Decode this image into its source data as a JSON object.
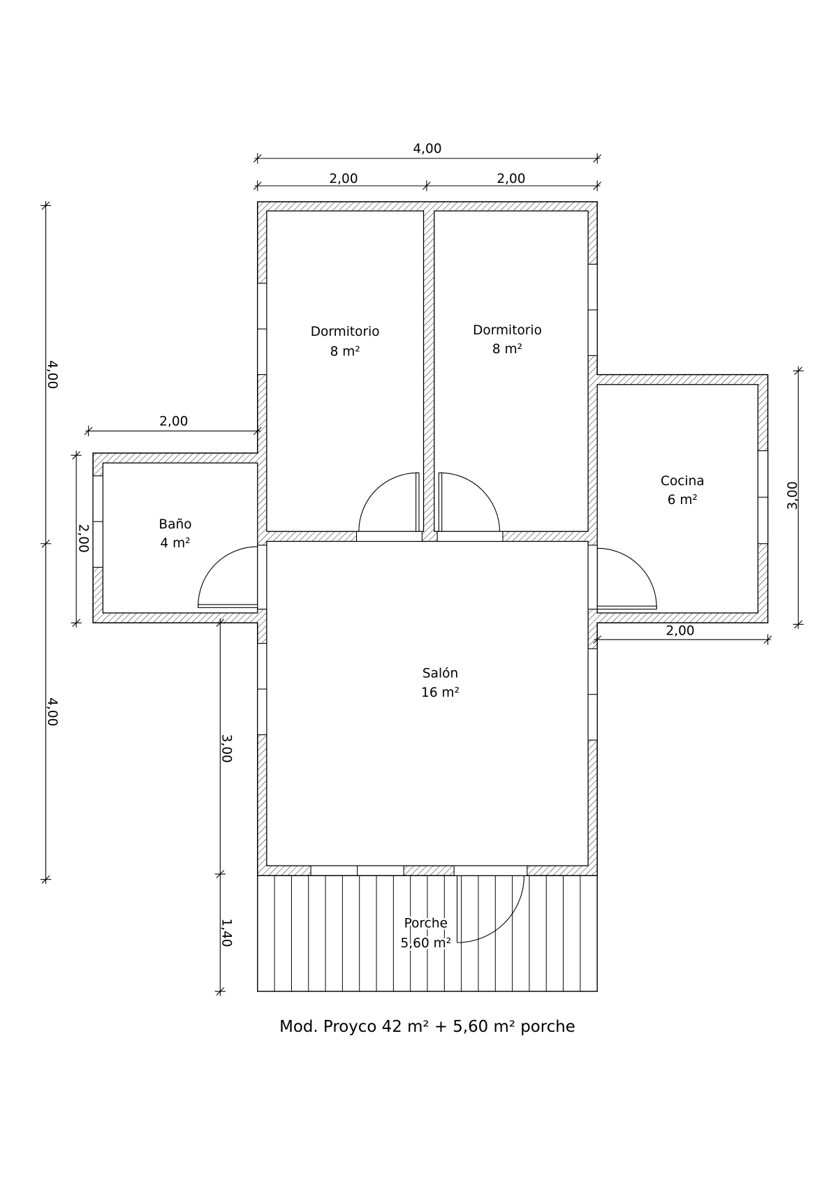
{
  "rooms": {
    "dormitorio_1": {
      "name": "Dormitorio",
      "area": "8 m²"
    },
    "dormitorio_2": {
      "name": "Dormitorio",
      "area": "8 m²"
    },
    "bano": {
      "name": "Baño",
      "area": "4 m²"
    },
    "cocina": {
      "name": "Cocina",
      "area": "6 m²"
    },
    "salon": {
      "name": "Salón",
      "area": "16 m²"
    },
    "porche": {
      "name": "Porche",
      "area": "5,60 m²"
    }
  },
  "dimensions": {
    "total_width": "4,00",
    "dormitorio_1_width": "2,00",
    "dormitorio_2_width": "2,00",
    "bano_width": "2,00",
    "bano_depth": "2,00",
    "cocina_width": "2,00",
    "cocina_depth": "3,00",
    "left_upper": "4,00",
    "left_lower": "4,00",
    "salon_depth": "3,00",
    "porche_depth": "1,40"
  },
  "caption": "Mod. Proyco 42 m² + 5,60 m² porche",
  "colors": {
    "line": "#000000",
    "background": "#ffffff"
  }
}
